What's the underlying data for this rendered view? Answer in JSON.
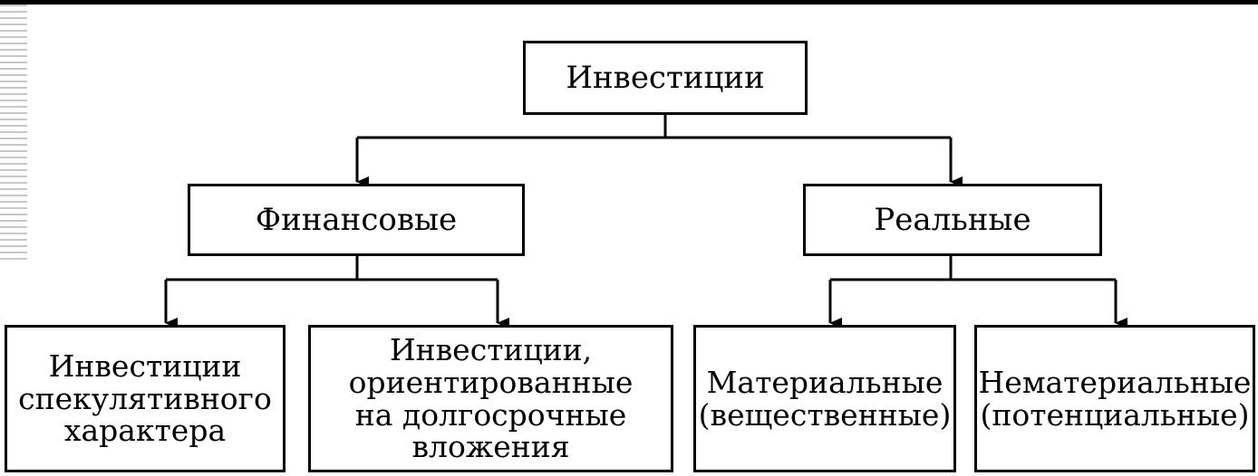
{
  "diagram": {
    "root": {
      "label": "Инвестиции"
    },
    "branches": [
      {
        "label": "Финансовые",
        "children": [
          {
            "label": "Инвестиции\nспекулятивного\nхарактера"
          },
          {
            "label": "Инвестиции,\nориентированные\nна долгосрочные\nвложения"
          }
        ]
      },
      {
        "label": "Реальные",
        "children": [
          {
            "label": "Материальные\n(вещественные)"
          },
          {
            "label": "Нематериальные\n(потенциальные)"
          }
        ]
      }
    ]
  }
}
